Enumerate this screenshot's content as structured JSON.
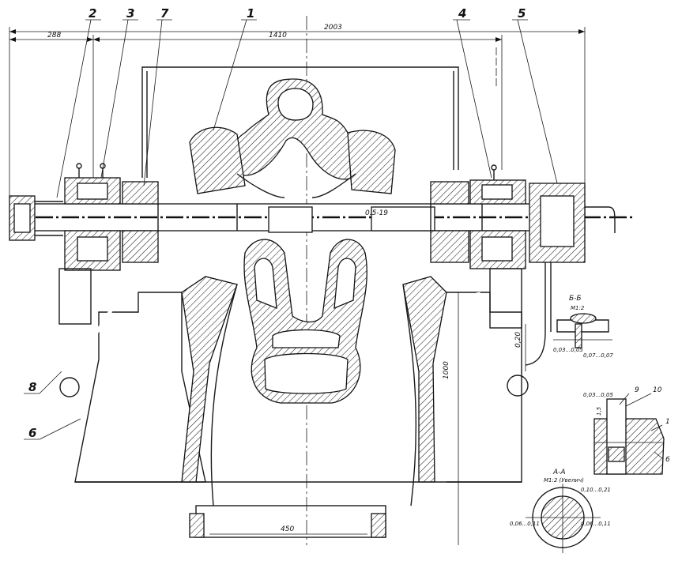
{
  "part_labels": [
    "2",
    "3",
    "7",
    "1",
    "4",
    "5",
    "8",
    "6"
  ],
  "dimensions": {
    "overall": "2003",
    "left_offset": "288",
    "bearing_span": "1410",
    "shaft_fit": "0.5-19",
    "height": "1000",
    "right_gap": "0,20",
    "base_width": "450"
  },
  "section_bb": {
    "title": "Б-Б",
    "scale": "M1:2",
    "note_left": "0,03...0,05",
    "note_right": "0,07...0,07"
  },
  "detail_pin": {
    "top_tol": "0,03...0,05",
    "label_9": "9",
    "label_10": "10",
    "label_1": "1",
    "label_6": "6",
    "side_dim": "1,5"
  },
  "section_aa": {
    "title": "А-А",
    "subtitle": "M1:2 (Увелич)",
    "top_tol": "0,10...0,21",
    "left_tol": "0,06...0,11",
    "right_tol": "0,06...0,11"
  }
}
